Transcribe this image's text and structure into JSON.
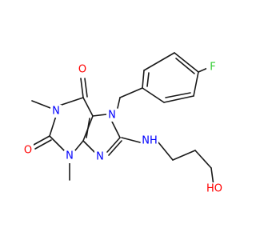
{
  "molecule": {
    "atoms": {
      "F": {
        "text": "F",
        "color": "#33cc33"
      },
      "O6": {
        "text": "O",
        "color": "#ff0000"
      },
      "O2": {
        "text": "O",
        "color": "#ff0000"
      },
      "N1": {
        "text": "N",
        "color": "#0000ff"
      },
      "N3": {
        "text": "N",
        "color": "#0000ff"
      },
      "N7": {
        "text": "N",
        "color": "#0000ff"
      },
      "N9": {
        "text": "N",
        "color": "#0000ff"
      },
      "NH": {
        "text": "NH",
        "color": "#0000ff"
      },
      "OH": {
        "text": "HO",
        "color": "#ff0000"
      }
    }
  }
}
